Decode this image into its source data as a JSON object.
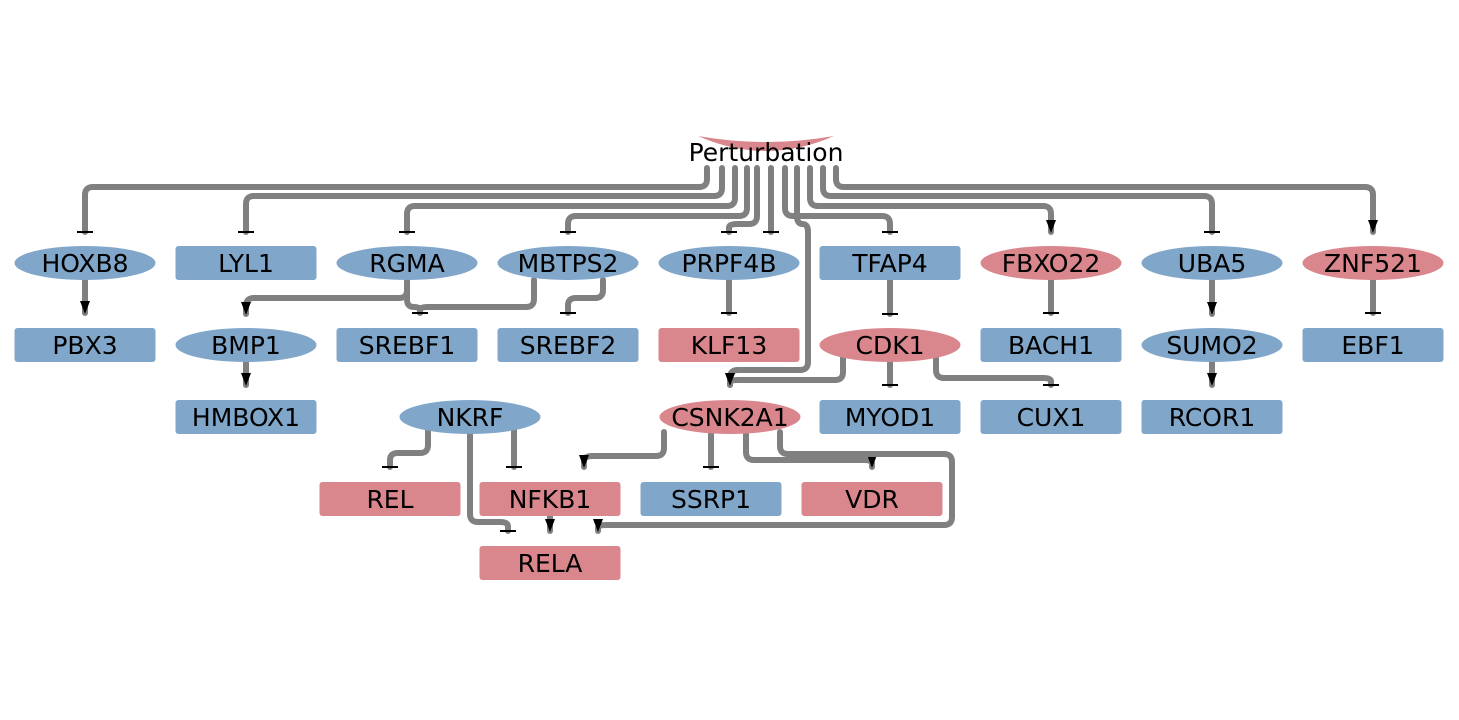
{
  "colors": {
    "up": "#d9868c",
    "down": "#80a6ca",
    "edge": "#808080",
    "arrowhead": "#000000"
  },
  "source": {
    "id": "perturbation",
    "label": "Perturbation",
    "reg": "up",
    "shape": "bowtie"
  },
  "nodes": [
    {
      "id": "HOXB8",
      "label": "HOXB8",
      "shape": "ellipse",
      "reg": "down"
    },
    {
      "id": "LYL1",
      "label": "LYL1",
      "shape": "box",
      "reg": "down"
    },
    {
      "id": "RGMA",
      "label": "RGMA",
      "shape": "ellipse",
      "reg": "down"
    },
    {
      "id": "MBTPS2",
      "label": "MBTPS2",
      "shape": "ellipse",
      "reg": "down"
    },
    {
      "id": "PRPF4B",
      "label": "PRPF4B",
      "shape": "ellipse",
      "reg": "down"
    },
    {
      "id": "TFAP4",
      "label": "TFAP4",
      "shape": "box",
      "reg": "down"
    },
    {
      "id": "FBXO22",
      "label": "FBXO22",
      "shape": "ellipse",
      "reg": "up"
    },
    {
      "id": "UBA5",
      "label": "UBA5",
      "shape": "ellipse",
      "reg": "down"
    },
    {
      "id": "ZNF521",
      "label": "ZNF521",
      "shape": "ellipse",
      "reg": "up"
    },
    {
      "id": "PBX3",
      "label": "PBX3",
      "shape": "box",
      "reg": "down"
    },
    {
      "id": "BMP1",
      "label": "BMP1",
      "shape": "ellipse",
      "reg": "down"
    },
    {
      "id": "SREBF1",
      "label": "SREBF1",
      "shape": "box",
      "reg": "down"
    },
    {
      "id": "SREBF2",
      "label": "SREBF2",
      "shape": "box",
      "reg": "down"
    },
    {
      "id": "KLF13",
      "label": "KLF13",
      "shape": "box",
      "reg": "up"
    },
    {
      "id": "CDK1",
      "label": "CDK1",
      "shape": "ellipse",
      "reg": "up"
    },
    {
      "id": "BACH1",
      "label": "BACH1",
      "shape": "box",
      "reg": "down"
    },
    {
      "id": "SUMO2",
      "label": "SUMO2",
      "shape": "ellipse",
      "reg": "down"
    },
    {
      "id": "EBF1",
      "label": "EBF1",
      "shape": "box",
      "reg": "down"
    },
    {
      "id": "HMBOX1",
      "label": "HMBOX1",
      "shape": "box",
      "reg": "down"
    },
    {
      "id": "NKRF",
      "label": "NKRF",
      "shape": "ellipse",
      "reg": "down"
    },
    {
      "id": "CSNK2A1",
      "label": "CSNK2A1",
      "shape": "ellipse",
      "reg": "up"
    },
    {
      "id": "MYOD1",
      "label": "MYOD1",
      "shape": "box",
      "reg": "down"
    },
    {
      "id": "CUX1",
      "label": "CUX1",
      "shape": "box",
      "reg": "down"
    },
    {
      "id": "RCOR1",
      "label": "RCOR1",
      "shape": "box",
      "reg": "down"
    },
    {
      "id": "REL",
      "label": "REL",
      "shape": "box",
      "reg": "up"
    },
    {
      "id": "NFKB1",
      "label": "NFKB1",
      "shape": "box",
      "reg": "up"
    },
    {
      "id": "SSRP1",
      "label": "SSRP1",
      "shape": "box",
      "reg": "down"
    },
    {
      "id": "VDR",
      "label": "VDR",
      "shape": "box",
      "reg": "up"
    },
    {
      "id": "RELA",
      "label": "RELA",
      "shape": "box",
      "reg": "up"
    }
  ],
  "edges": [
    {
      "from": "perturbation",
      "to": "HOXB8",
      "type": "inhibit"
    },
    {
      "from": "perturbation",
      "to": "LYL1",
      "type": "inhibit"
    },
    {
      "from": "perturbation",
      "to": "RGMA",
      "type": "inhibit"
    },
    {
      "from": "perturbation",
      "to": "MBTPS2",
      "type": "inhibit"
    },
    {
      "from": "perturbation",
      "to": "PRPF4B",
      "type": "inhibit"
    },
    {
      "from": "perturbation",
      "to": "TFAP4",
      "type": "inhibit"
    },
    {
      "from": "perturbation",
      "to": "FBXO22",
      "type": "activate"
    },
    {
      "from": "perturbation",
      "to": "UBA5",
      "type": "inhibit"
    },
    {
      "from": "perturbation",
      "to": "ZNF521",
      "type": "activate"
    },
    {
      "from": "perturbation",
      "to": "NKRF",
      "type": "inhibit"
    },
    {
      "from": "perturbation",
      "to": "CSNK2A1",
      "type": "activate"
    },
    {
      "from": "HOXB8",
      "to": "PBX3",
      "type": "activate"
    },
    {
      "from": "RGMA",
      "to": "BMP1",
      "type": "activate"
    },
    {
      "from": "RGMA",
      "to": "SREBF1",
      "type": "inhibit"
    },
    {
      "from": "MBTPS2",
      "to": "SREBF1",
      "type": "inhibit"
    },
    {
      "from": "MBTPS2",
      "to": "SREBF2",
      "type": "inhibit"
    },
    {
      "from": "PRPF4B",
      "to": "KLF13",
      "type": "inhibit"
    },
    {
      "from": "TFAP4",
      "to": "CDK1",
      "type": "inhibit"
    },
    {
      "from": "FBXO22",
      "to": "BACH1",
      "type": "inhibit"
    },
    {
      "from": "UBA5",
      "to": "SUMO2",
      "type": "activate"
    },
    {
      "from": "ZNF521",
      "to": "EBF1",
      "type": "inhibit"
    },
    {
      "from": "BMP1",
      "to": "HMBOX1",
      "type": "activate"
    },
    {
      "from": "CDK1",
      "to": "MYOD1",
      "type": "inhibit"
    },
    {
      "from": "CDK1",
      "to": "CUX1",
      "type": "inhibit"
    },
    {
      "from": "CDK1",
      "to": "CSNK2A1",
      "type": "activate"
    },
    {
      "from": "SUMO2",
      "to": "RCOR1",
      "type": "activate"
    },
    {
      "from": "NKRF",
      "to": "REL",
      "type": "inhibit"
    },
    {
      "from": "NKRF",
      "to": "NFKB1",
      "type": "inhibit"
    },
    {
      "from": "NKRF",
      "to": "RELA",
      "type": "inhibit"
    },
    {
      "from": "CSNK2A1",
      "to": "NFKB1",
      "type": "activate"
    },
    {
      "from": "CSNK2A1",
      "to": "SSRP1",
      "type": "inhibit"
    },
    {
      "from": "CSNK2A1",
      "to": "VDR",
      "type": "activate"
    },
    {
      "from": "CSNK2A1",
      "to": "RELA",
      "type": "activate"
    },
    {
      "from": "NFKB1",
      "to": "RELA",
      "type": "activate"
    }
  ]
}
